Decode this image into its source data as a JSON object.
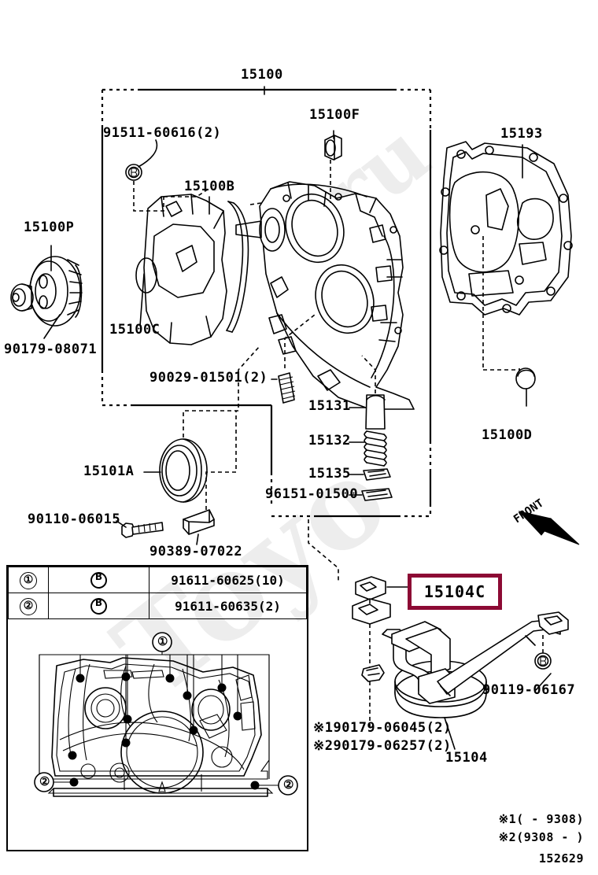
{
  "figure": {
    "number": "152629",
    "watermark_1": "ru",
    "watermark_2": "Toyo"
  },
  "highlight": {
    "label": "15104C",
    "color": "#8c0a34"
  },
  "front_marker": {
    "label": "FRONT"
  },
  "callouts": [
    {
      "id": "c-15100",
      "text": "15100"
    },
    {
      "id": "c-91511",
      "text": "91511-60616(2)"
    },
    {
      "id": "c-15100F",
      "text": "15100F"
    },
    {
      "id": "c-15193",
      "text": "15193"
    },
    {
      "id": "c-15100B",
      "text": "15100B"
    },
    {
      "id": "c-15100P",
      "text": "15100P"
    },
    {
      "id": "c-15100C",
      "text": "15100C"
    },
    {
      "id": "c-90179-08071",
      "text": "90179-08071"
    },
    {
      "id": "c-90029",
      "text": "90029-01501(2)"
    },
    {
      "id": "c-15131",
      "text": "15131"
    },
    {
      "id": "c-15132",
      "text": "15132"
    },
    {
      "id": "c-15135",
      "text": "15135"
    },
    {
      "id": "c-96151",
      "text": "96151-01500"
    },
    {
      "id": "c-15100D",
      "text": "15100D"
    },
    {
      "id": "c-15101A",
      "text": "15101A"
    },
    {
      "id": "c-90110",
      "text": "90110-06015"
    },
    {
      "id": "c-90389",
      "text": "90389-07022"
    },
    {
      "id": "c-90119",
      "text": "90119-06167"
    },
    {
      "id": "c-15104",
      "text": "15104"
    },
    {
      "id": "c-90179-06045",
      "text": "90179-06045(2)"
    },
    {
      "id": "c-90179-06257",
      "text": "90179-06257(2)"
    },
    {
      "id": "c-mark1",
      "text": "※1"
    },
    {
      "id": "c-mark2",
      "text": "※2"
    }
  ],
  "legend_table": {
    "rows": [
      {
        "index": "①",
        "symbol": "B",
        "part": "91611-60625(10)"
      },
      {
        "index": "②",
        "symbol": "B",
        "part": "91611-60635(2)"
      }
    ]
  },
  "inset": {
    "markers": [
      {
        "label": "①"
      },
      {
        "label": "②"
      },
      {
        "label": "②"
      }
    ]
  },
  "footnotes": [
    {
      "text": "※1(    - 9308)"
    },
    {
      "text": "※2(9308 -    )"
    }
  ]
}
